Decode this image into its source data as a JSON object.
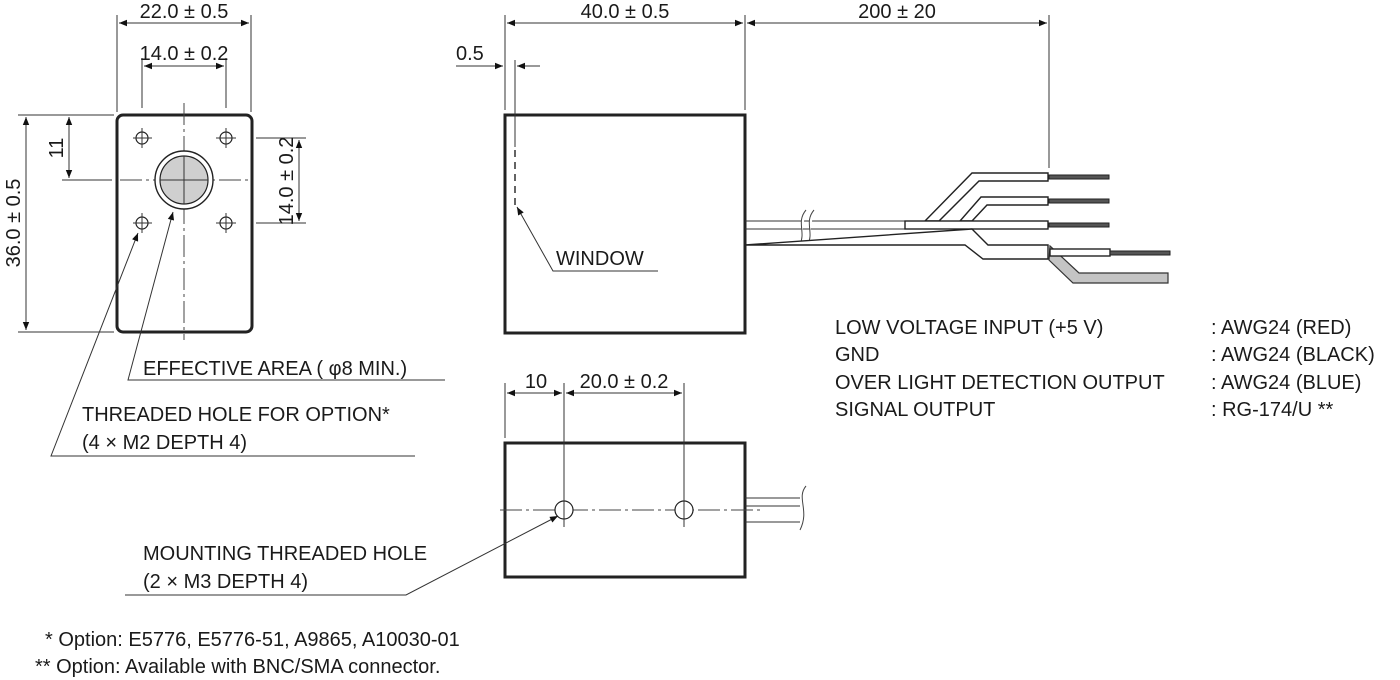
{
  "front_view": {
    "dim_width": "22.0 ± 0.5",
    "dim_hole_pitch_h": "14.0 ± 0.2",
    "dim_height": "36.0 ± 0.5",
    "dim_offset": "11",
    "dim_hole_pitch_v": "14.0 ± 0.2",
    "callout_effective_area": "EFFECTIVE AREA ( φ8 MIN.)",
    "callout_threaded_hole_line1": "THREADED HOLE FOR OPTION*",
    "callout_threaded_hole_line2": "(4 × M2  DEPTH 4)"
  },
  "side_view": {
    "dim_length": "40.0 ± 0.5",
    "dim_cable": "200 ± 20",
    "dim_window_offset": "0.5",
    "callout_window": "WINDOW"
  },
  "bottom_view": {
    "dim_first_hole": "10",
    "dim_hole_pitch": "20.0 ± 0.2",
    "callout_mounting_line1": "MOUNTING THREADED HOLE",
    "callout_mounting_line2": "(2 × M3  DEPTH 4)"
  },
  "wire_table": {
    "rows": [
      {
        "signal": "LOW VOLTAGE INPUT (+5 V)",
        "spec": ": AWG24 (RED)"
      },
      {
        "signal": "GND",
        "spec": ": AWG24 (BLACK)"
      },
      {
        "signal": "OVER LIGHT DETECTION OUTPUT",
        "spec": ": AWG24 (BLUE)"
      },
      {
        "signal": "SIGNAL OUTPUT",
        "spec": ": RG-174/U **"
      }
    ]
  },
  "footnotes": [
    "* Option: E5776, E5776-51, A9865, A10030-01",
    "** Option: Available with BNC/SMA connector."
  ]
}
